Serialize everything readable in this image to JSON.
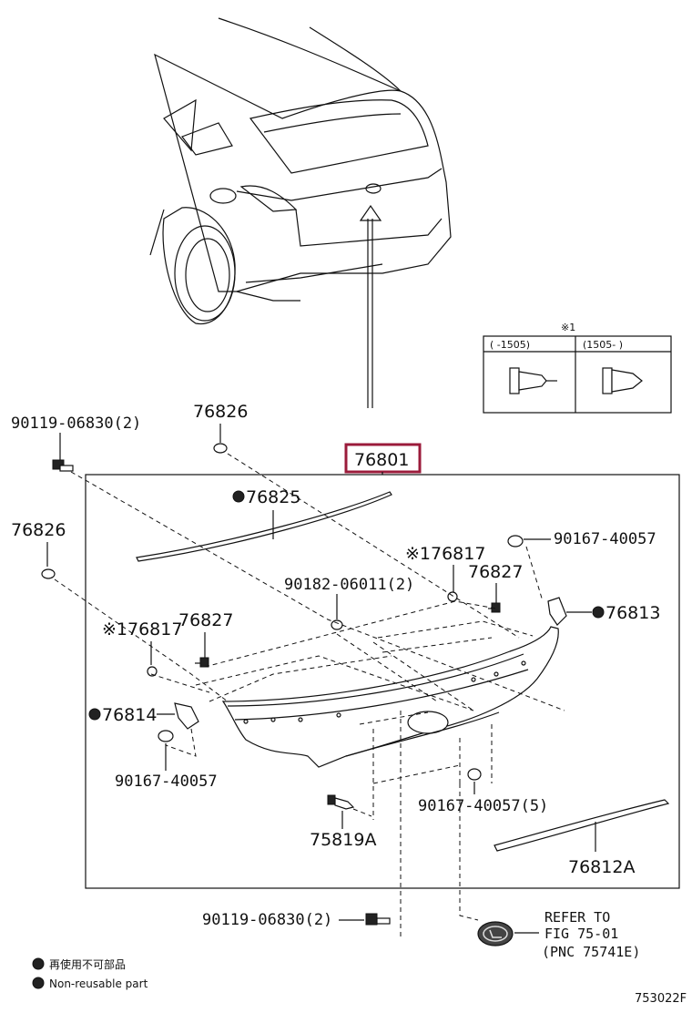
{
  "labels": {
    "p1": "90119-06830(2)",
    "p2": "76826",
    "p3": "76801",
    "p4": "76825",
    "p5": "76826",
    "p6": "90167-40057",
    "p7": "※176817",
    "p8": "76827",
    "p9": "90182-06011(2)",
    "p10": "76813",
    "p11": "※176817",
    "p12": "76827",
    "p13": "76814",
    "p14": "90167-40057",
    "p15": "90167-40057(5)",
    "p16": "75819A",
    "p17": "76812A",
    "p18": "90119-06830(2)"
  },
  "refer": {
    "line1": "REFER TO",
    "line2": "FIG 75-01",
    "line3": "(PNC 75741E)"
  },
  "inset": {
    "mark": "※1",
    "col1": "(   -1505)",
    "col2": "(1505-   )"
  },
  "legend": {
    "jp": "再使用不可部品",
    "en": "Non-reusable part"
  },
  "footer": {
    "code": "753022F"
  },
  "colors": {
    "highlight": "#9b1b3b",
    "line": "#111111"
  }
}
